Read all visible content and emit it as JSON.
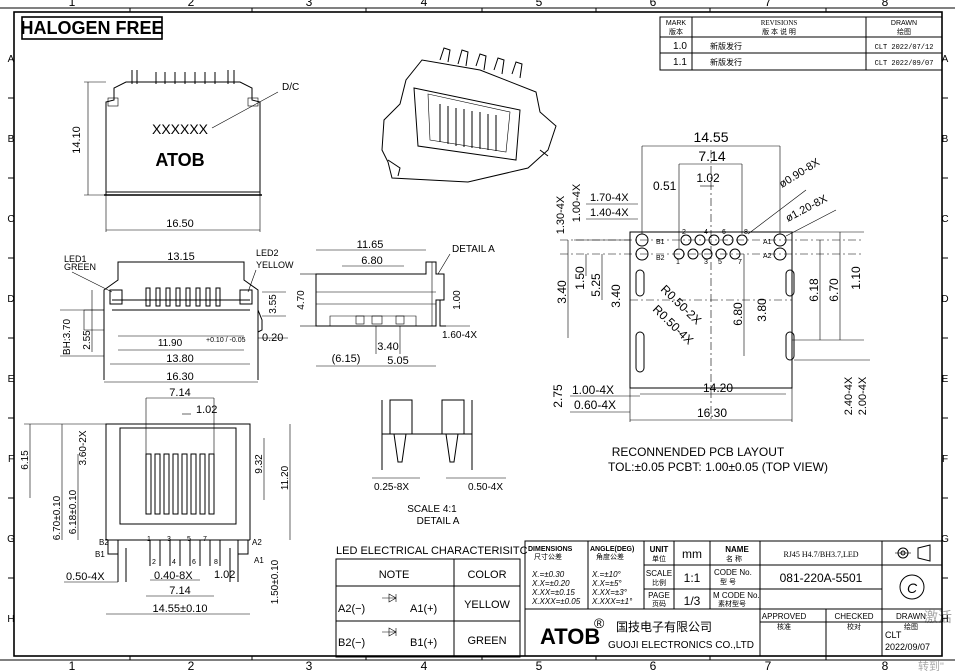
{
  "frame": {
    "cols": [
      "1",
      "2",
      "3",
      "4",
      "5",
      "6",
      "7",
      "8"
    ],
    "rows": [
      "A",
      "B",
      "C",
      "D",
      "E",
      "F",
      "G",
      "H"
    ]
  },
  "badge": "HALOGEN FREE",
  "revisions": {
    "h_mark": "MARK",
    "h_mark_cn": "版本",
    "h_rev": "REVISIONS",
    "h_rev_cn": "版 本 说 明",
    "h_drawn": "DRAWN",
    "h_drawn_cn": "绘图",
    "rows": [
      {
        "mark": "1.0",
        "desc": "新版发行",
        "drawn": "CLT 2022/07/12"
      },
      {
        "mark": "1.1",
        "desc": "新版发行",
        "drawn": "CLT 2022/09/07"
      }
    ]
  },
  "front_view": {
    "dc": "D/C",
    "code": "XXXXXX",
    "brand": "ATOB",
    "h": "14.10",
    "w": "16.50"
  },
  "mid_view": {
    "led1": "LED1",
    "led1c": "GREEN",
    "led2": "LED2",
    "led2c": "YELLOW",
    "d1315": "13.15",
    "d1190": "11.90",
    "d1190tol": "+0.10 / -0.05",
    "d1380": "13.80",
    "d1630": "16.30",
    "bh": "BH:3.70",
    "d255": "2.55",
    "d355": "3.55",
    "d020": "0.20"
  },
  "side_view": {
    "d1165": "11.65",
    "d680": "6.80",
    "detail": "DETAIL A",
    "d470": "4.70",
    "d100": "1.00",
    "d160": "1.60-4X",
    "d340": "3.40",
    "d615": "(6.15)",
    "d505": "5.05"
  },
  "detail_a": {
    "d025": "0.25-8X",
    "d050": "0.50-4X",
    "scale": "SCALE 4:1",
    "name": "DETAIL A"
  },
  "bottom_view": {
    "d714a": "7.14",
    "d102a": "1.02",
    "d615": "6.15",
    "d360": "3.60-2X",
    "d670": "6.70±0.10",
    "d618": "6.18±0.10",
    "d932": "9.32",
    "d1120": "11.20",
    "b1": "B1",
    "b2": "B2",
    "a1": "A1",
    "a2": "A2",
    "pins": [
      "1",
      "2",
      "3",
      "4",
      "5",
      "6",
      "7",
      "8"
    ],
    "d050": "0.50-4X",
    "d040": "0.40-8X",
    "d102b": "1.02",
    "d714b": "7.14",
    "d1455": "14.55±0.10",
    "d150": "1.50±0.10"
  },
  "pcb": {
    "d1455": "14.55",
    "d714": "7.14",
    "d102": "1.02",
    "d051": "0.51",
    "d090": "ø0.90-8X",
    "d120": "ø1.20-8X",
    "d170": "1.70-4X",
    "d140": "1.40-4X",
    "d130": "1.30-4X",
    "d100": "1.00-4X",
    "d340": "3.40",
    "d150": "1.50",
    "d525": "5.25",
    "d340b": "3.40",
    "r1": "R0.50-2X",
    "r2": "R0.50-4X",
    "d680": "6.80",
    "d380": "3.80",
    "d618": "6.18",
    "d670": "6.70",
    "d110": "1.10",
    "d275": "2.75",
    "d100b": "1.00-4X",
    "d060": "0.60-4X",
    "d1420": "14.20",
    "d1630": "16.30",
    "d240": "2.40-4X",
    "d200": "2.00-4X",
    "labels": [
      "B1",
      "B2",
      "A1",
      "A2",
      "1",
      "2",
      "3",
      "4",
      "5",
      "6",
      "7",
      "8"
    ],
    "title": "RECONNENDED PCB LAYOUT",
    "tol": "TOL:±0.05 PCBT: 1.00±0.05 (TOP VIEW)"
  },
  "led_table": {
    "title": "LED ELECTRICAL CHARACTERISITC",
    "h_note": "NOTE",
    "h_color": "COLOR",
    "rows": [
      {
        "minus": "A2(−)",
        "plus": "A1(+)",
        "color": "YELLOW"
      },
      {
        "minus": "B2(−)",
        "plus": "B1(+)",
        "color": "GREEN"
      }
    ]
  },
  "titleblock": {
    "dims": "DIMENSIONS",
    "dims_cn": "尺寸公差",
    "angle": "ANGLE(DEG)",
    "angle_cn": "角度公差",
    "tol": [
      "X.=±0.30",
      "X.X=±0.20",
      "X.XX=±0.15",
      "X.XXX=±0.05"
    ],
    "atol": [
      "X.=±10°",
      "X.X=±5°",
      "X.XX=±3°",
      "X.XXX=±1°"
    ],
    "unit": "UNIT",
    "unit_cn": "单位",
    "unit_v": "mm",
    "name": "NAME",
    "name_cn": "名 称",
    "name_v": "RJ45 H4.7/BH3.7,LED",
    "scale": "SCALE",
    "scale_cn": "比例",
    "scale_v": "1:1",
    "code": "CODE No.",
    "code_cn": "型 号",
    "code_v": "081-220A-5501",
    "page": "PAGE",
    "page_cn": "页码",
    "page_v": "1/3",
    "mcode": "M CODE No.",
    "mcode_cn": "素材型号",
    "approved": "APPROVED",
    "approved_cn": "核准",
    "checked": "CHECKED",
    "checked_cn": "校对",
    "drawn": "DRAWN",
    "drawn_cn": "绘图",
    "drawn_v1": "CLT",
    "drawn_v2": "2022/09/07",
    "logo": "ATOB",
    "reg": "®",
    "company_cn": "国技电子有限公司",
    "company_en": "GUOJI ELECTRONICS CO.,LTD",
    "copyright": "C"
  },
  "watermark": [
    "激活",
    "转到\""
  ]
}
